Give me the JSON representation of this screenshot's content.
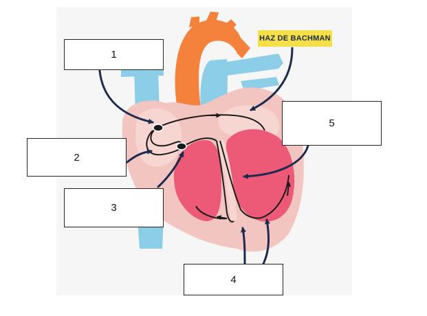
{
  "labels": {
    "box1": "1",
    "box2": "2",
    "box3": "3",
    "box4": "4",
    "box5": "5"
  },
  "tag": "HAZ DE BACHMAN",
  "colors": {
    "vessels_blue": "#8ccde8",
    "aorta_orange": "#f5823c",
    "heart_outer": "#f3c5c0",
    "heart_inner": "#f7d6d2",
    "ventricle_red": "#ec5a78",
    "tag_yellow": "#f6e04a",
    "arrow_navy": "#1b2a4e"
  }
}
